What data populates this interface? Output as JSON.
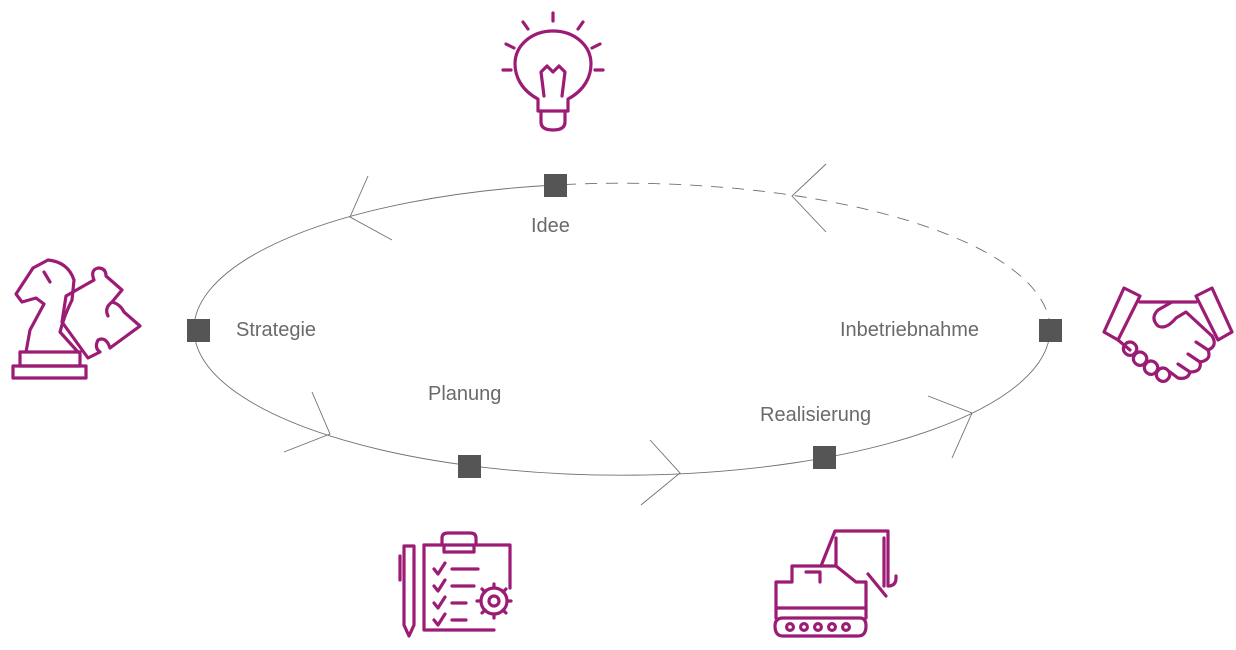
{
  "diagram": {
    "type": "cycle",
    "colors": {
      "accent": "#9c1c75",
      "node": "#555555",
      "line": "#707070",
      "label": "#6a6a6a"
    },
    "stages": [
      {
        "id": "idee",
        "label": "Idee",
        "icon": "lightbulb-icon"
      },
      {
        "id": "strategie",
        "label": "Strategie",
        "icon": "chess-knight-puzzle-icon"
      },
      {
        "id": "planung",
        "label": "Planung",
        "icon": "clipboard-checklist-gear-icon"
      },
      {
        "id": "realisierung",
        "label": "Realisierung",
        "icon": "excavator-icon"
      },
      {
        "id": "inbetriebnahme",
        "label": "Inbetriebnahme",
        "icon": "handshake-icon"
      }
    ],
    "edges": [
      {
        "from": "idee",
        "to": "strategie",
        "style": "solid"
      },
      {
        "from": "strategie",
        "to": "planung",
        "style": "solid"
      },
      {
        "from": "planung",
        "to": "realisierung",
        "style": "solid"
      },
      {
        "from": "realisierung",
        "to": "inbetriebnahme",
        "style": "solid"
      },
      {
        "from": "inbetriebnahme",
        "to": "idee",
        "style": "dashed"
      }
    ]
  }
}
